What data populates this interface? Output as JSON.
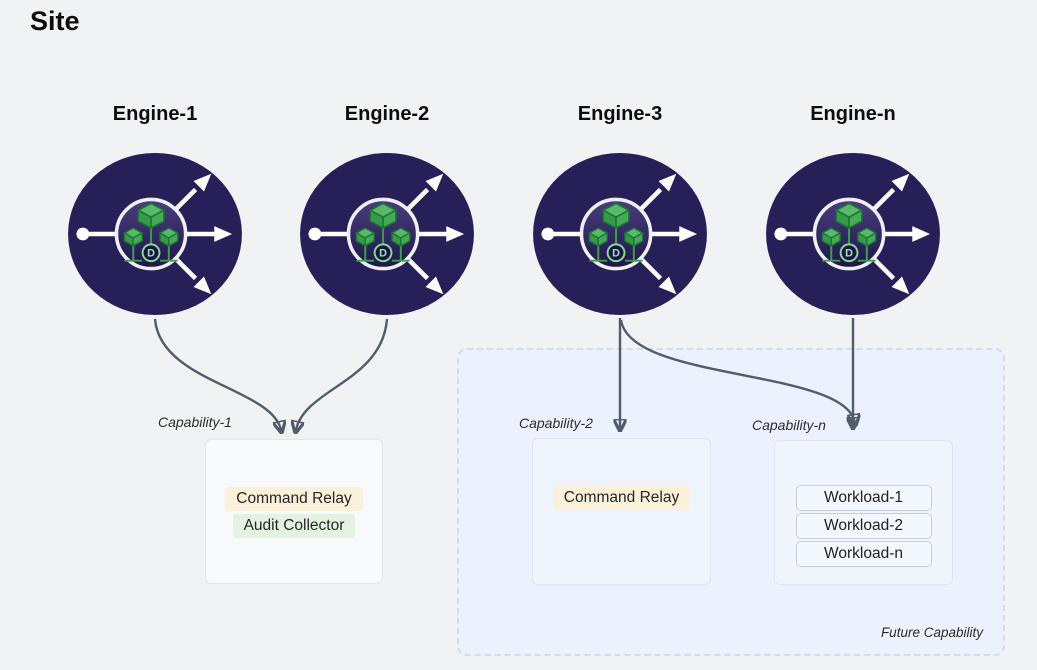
{
  "title": "Site",
  "engines": [
    {
      "label": "Engine-1"
    },
    {
      "label": "Engine-2"
    },
    {
      "label": "Engine-3"
    },
    {
      "label": "Engine-n"
    }
  ],
  "capabilities": [
    {
      "label": "Capability-1",
      "services": [
        "Command Relay",
        "Audit Collector"
      ]
    },
    {
      "label": "Capability-2",
      "services": [
        "Command Relay"
      ]
    },
    {
      "label": "Capability-n",
      "workloads": [
        "Workload-1",
        "Workload-2",
        "Workload-n"
      ]
    }
  ],
  "future_label": "Future Capability",
  "icons": {
    "engine_icon": "routing-hub-with-cubes-icon",
    "engine_hub_letter": "D"
  },
  "connections": [
    {
      "from": "Engine-1",
      "to": "Capability-1"
    },
    {
      "from": "Engine-2",
      "to": "Capability-1"
    },
    {
      "from": "Engine-3",
      "to": "Capability-2"
    },
    {
      "from": "Engine-3",
      "to": "Capability-n"
    },
    {
      "from": "Engine-n",
      "to": "Capability-n"
    }
  ],
  "colors": {
    "background": "#f1f2f4",
    "engine_circle": "#261f58",
    "connector": "#515c6b",
    "future_area_bg": "#ebf2fd",
    "command_relay_bg": "#fbf0da",
    "audit_collector_bg": "#e4f3e1",
    "cube_green": "#3fa455"
  }
}
